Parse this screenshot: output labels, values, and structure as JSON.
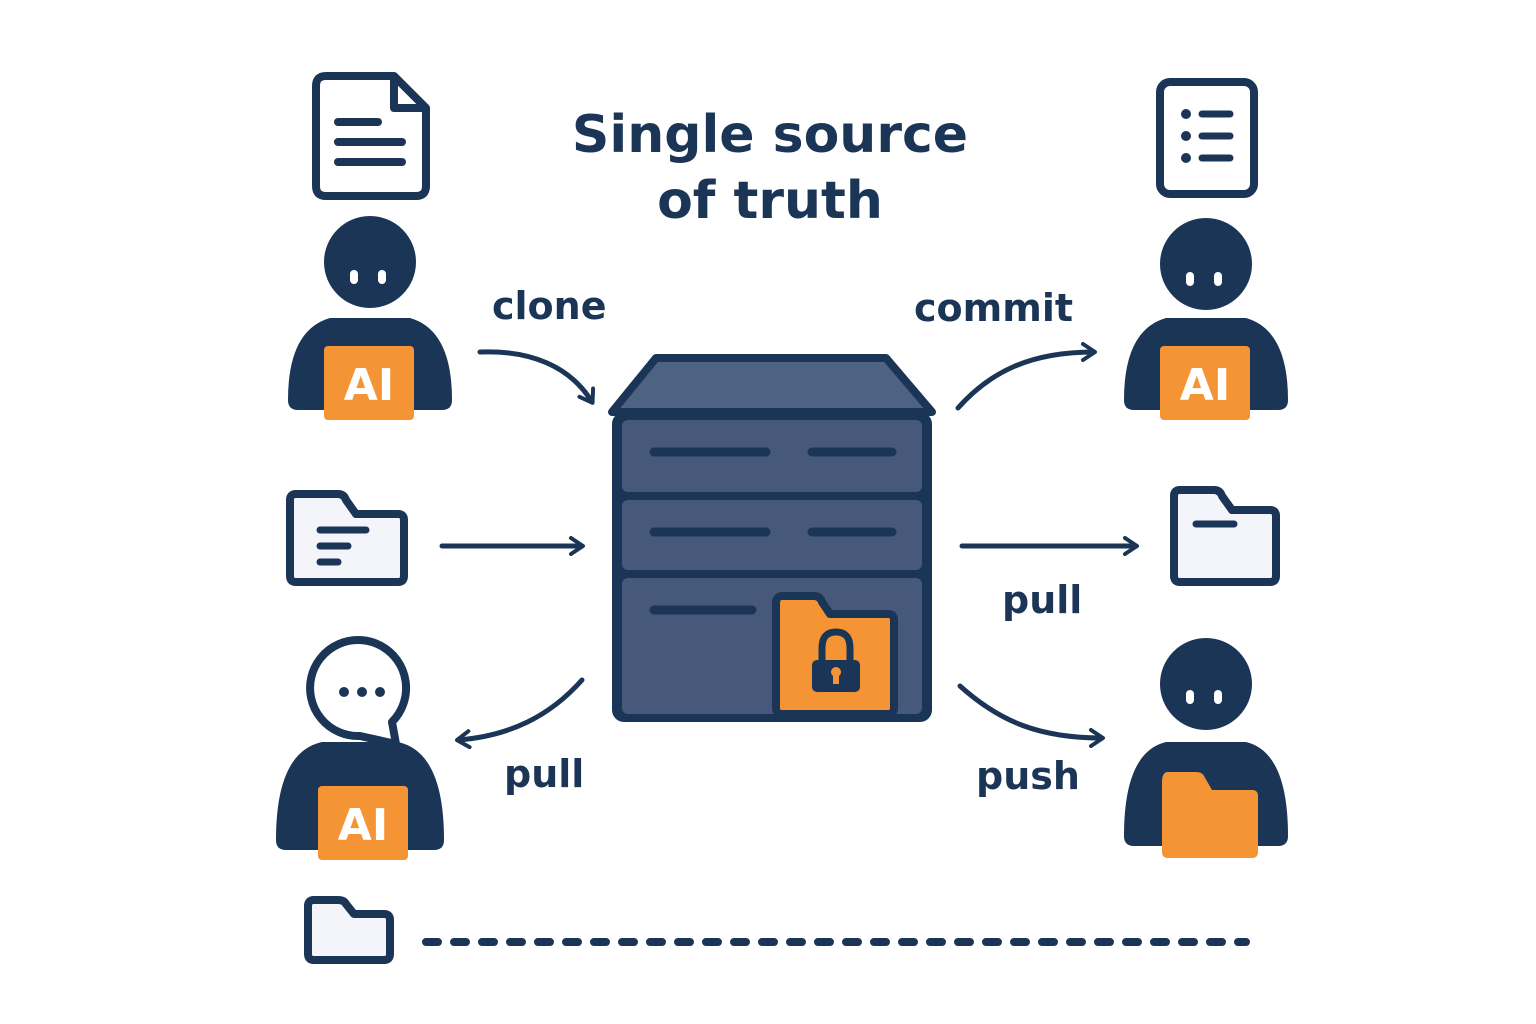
{
  "title": {
    "line1": "Single source",
    "line2": "of truth"
  },
  "labels": {
    "clone": "clone",
    "commit": "commit",
    "pull_right": "pull",
    "pull_left": "pull",
    "push": "push"
  },
  "badges": {
    "top_left": "AI",
    "top_right": "AI",
    "bottom_left": "AI"
  },
  "icons": {
    "top_left_document": "document-icon",
    "top_right_list": "list-document-icon",
    "left_folder": "folder-icon",
    "right_folder": "folder-icon",
    "bottom_folder": "folder-icon",
    "speech": "speech-bubble-icon",
    "lock": "lock-icon",
    "server": "server-icon"
  },
  "colors": {
    "navy": "#1b3557",
    "server_fill": "#46597a",
    "server_top": "#4e6283",
    "accent_orange": "#f59434",
    "folder_fill": "#f3f5fa",
    "background": "#ffffff"
  }
}
